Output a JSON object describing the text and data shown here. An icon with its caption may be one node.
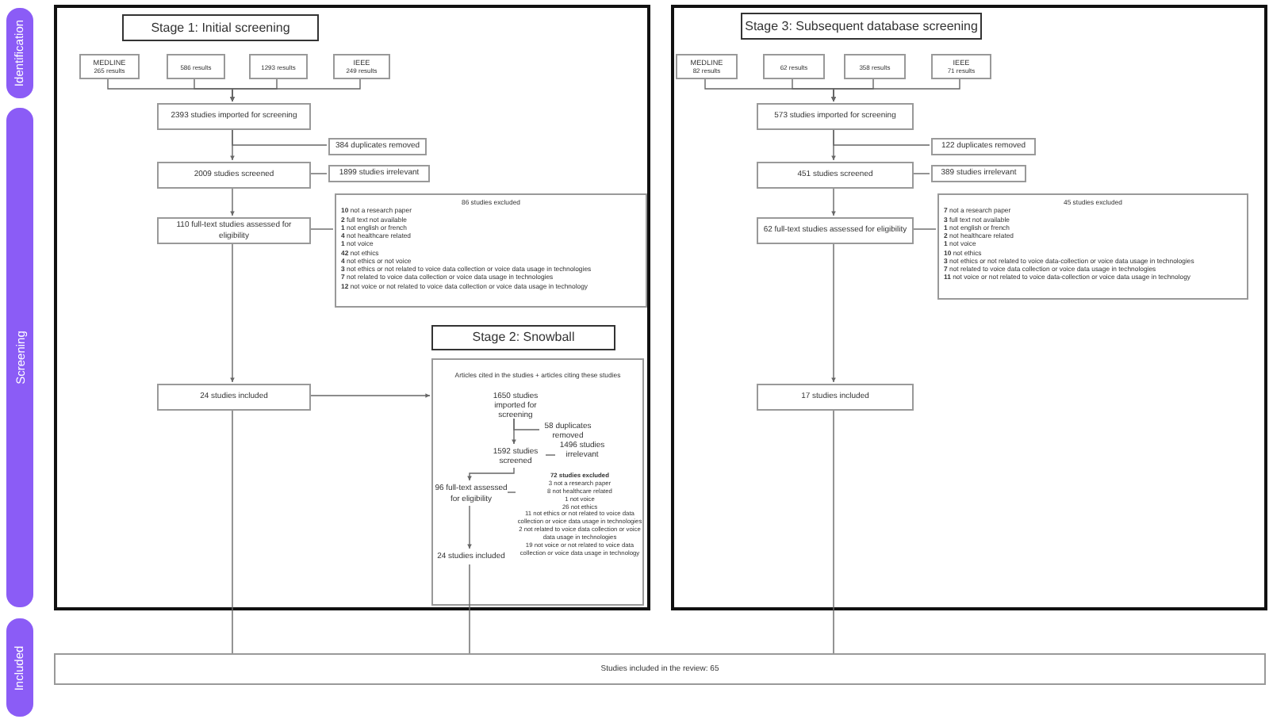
{
  "diagram": {
    "nodes": [
      {
        "text": [
          "Identification"
        ]
      },
      {
        "text": [
          "Screening"
        ]
      },
      {
        "text": [
          "Included"
        ]
      },
      {
        "text": [],
        "shape": "box"
      },
      {
        "text": [
          "Stage 1: Initial screening"
        ],
        "in": 3
      },
      {
        "text": [
          "MEDLINE",
          "265 results"
        ],
        "in": 3
      },
      {
        "text": [
          "586 results"
        ],
        "in": 3
      },
      {
        "text": [
          "1293 results"
        ],
        "in": 3
      },
      {
        "text": [
          "IEEE",
          "249 results"
        ],
        "in": 3
      },
      {
        "text": [
          "2393 studies imported for screening"
        ],
        "in": 3
      },
      {
        "text": [
          "384 duplicates removed"
        ],
        "in": 3
      },
      {
        "text": [
          "2009 studies screened"
        ],
        "in": 3
      },
      {
        "text": [
          "1899 studies irrelevant"
        ],
        "in": 3
      },
      {
        "text": [
          "110 full-text studies assessed for eligibility"
        ],
        "in": 3
      },
      {
        "text": [
          "86 studies excluded",
          "**10** not a research paper",
          "**2** full text not available",
          "**1** not english or french",
          "**4** not healthcare related",
          "**1** not voice",
          "**42** not ethics",
          "**4** not ethics or not voice",
          "**3** not ethics or not related to voice data collection or voice data usage in technologies",
          "**7** not related to voice data collection or voice data usage in technologies",
          "**12** not voice or not related to voice data collection or voice data usage in technology"
        ],
        "in": 3
      },
      {
        "text": [
          "24 studies included"
        ],
        "in": 3
      },
      {
        "text": [
          "Stage 2: Snowball"
        ],
        "in": 3
      },
      {
        "text": [
          "Articles cited in the studies + articles citing these studies"
        ],
        "in": 3
      },
      {
        "text": [
          "1650 studies imported for screening"
        ],
        "in": 17
      },
      {
        "text": [
          "58 duplicates removed"
        ],
        "in": 17
      },
      {
        "text": [
          "1592 studies screened"
        ],
        "in": 17
      },
      {
        "text": [
          "1496 studies irrelevant"
        ],
        "in": 17
      },
      {
        "text": [
          "96 full-text assessed for eligibility"
        ],
        "in": 17
      },
      {
        "text": [
          "72 studies excluded",
          "3 not a research paper",
          "8 not healthcare related",
          "1 not voice",
          "26 not ethics",
          "11 not ethics or not related to voice data collection or voice data usage in technologies",
          "2 not related to voice data collection or voice data usage in technologies",
          "19 not voice or not related to voice data collection or voice data usage in technology"
        ],
        "in": 17
      },
      {
        "text": [
          "24 studies included"
        ],
        "in": 17
      },
      {
        "text": [],
        "shape": "box"
      },
      {
        "text": [
          "Stage 3: Subsequent database screening"
        ],
        "in": 25
      },
      {
        "text": [
          "MEDLINE",
          "82 results"
        ],
        "in": 25
      },
      {
        "text": [
          "62 results"
        ],
        "in": 25
      },
      {
        "text": [
          "358 results"
        ],
        "in": 25
      },
      {
        "text": [
          "IEEE",
          "71 results"
        ],
        "in": 25
      },
      {
        "text": [
          "573 studies imported for screening"
        ],
        "in": 25
      },
      {
        "text": [
          "122 duplicates removed"
        ],
        "in": 25
      },
      {
        "text": [
          "451 studies screened"
        ],
        "in": 25
      },
      {
        "text": [
          "389 studies irrelevant"
        ],
        "in": 25
      },
      {
        "text": [
          "62 full-text studies assessed for eligibility"
        ],
        "in": 25
      },
      {
        "text": [
          "45 studies excluded",
          "**7** not a research paper",
          "**3** full text not available",
          "**1** not english or french",
          "**2** not healthcare related",
          "**1** not voice",
          "**10** not ethics",
          "**3** not ethics or not related to voice data-collection or voice data usage in technologies",
          "**7** not related to voice data collection or voice data usage in technologies",
          "**11** not voice or not related to voice data-collection or voice data usage in technology"
        ],
        "in": 25
      },
      {
        "text": [
          "17 studies included"
        ],
        "in": 25
      },
      {
        "text": [
          "Studies included in the review: 65"
        ]
      }
    ],
    "edges": [
      {
        "from": 5,
        "to": 9,
        "arrow": "to"
      },
      {
        "from": 6,
        "to": 9,
        "arrow": "to"
      },
      {
        "from": 7,
        "to": 9,
        "arrow": "to"
      },
      {
        "from": 8,
        "to": 9,
        "arrow": "to"
      },
      {
        "from": 9,
        "to": 10,
        "arrow": "none"
      },
      {
        "from": 9,
        "to": 11,
        "arrow": "to"
      },
      {
        "from": 11,
        "to": 12,
        "arrow": "none"
      },
      {
        "from": 11,
        "to": 13,
        "arrow": "to"
      },
      {
        "from": 13,
        "to": 14,
        "arrow": "none"
      },
      {
        "from": 13,
        "to": 15,
        "arrow": "to"
      },
      {
        "from": 15,
        "to": 17,
        "arrow": "to"
      },
      {
        "from": 18,
        "to": 19,
        "arrow": "none"
      },
      {
        "from": 18,
        "to": 20,
        "arrow": "to"
      },
      {
        "from": 20,
        "to": 21,
        "arrow": "none"
      },
      {
        "from": 20,
        "to": 22,
        "arrow": "to"
      },
      {
        "from": 22,
        "to": 23,
        "arrow": "none"
      },
      {
        "from": 22,
        "to": 24,
        "arrow": "to"
      },
      {
        "from": 27,
        "to": 31,
        "arrow": "to"
      },
      {
        "from": 28,
        "to": 31,
        "arrow": "to"
      },
      {
        "from": 29,
        "to": 31,
        "arrow": "to"
      },
      {
        "from": 30,
        "to": 31,
        "arrow": "to"
      },
      {
        "from": 31,
        "to": 32,
        "arrow": "none"
      },
      {
        "from": 31,
        "to": 33,
        "arrow": "to"
      },
      {
        "from": 33,
        "to": 34,
        "arrow": "none"
      },
      {
        "from": 33,
        "to": 35,
        "arrow": "to"
      },
      {
        "from": 35,
        "to": 36,
        "arrow": "none"
      },
      {
        "from": 35,
        "to": 37,
        "arrow": "to"
      },
      {
        "from": 15,
        "to": 38,
        "arrow": "none"
      },
      {
        "from": 24,
        "to": 38,
        "arrow": "none"
      },
      {
        "from": 37,
        "to": 38,
        "arrow": "none"
      }
    ]
  }
}
